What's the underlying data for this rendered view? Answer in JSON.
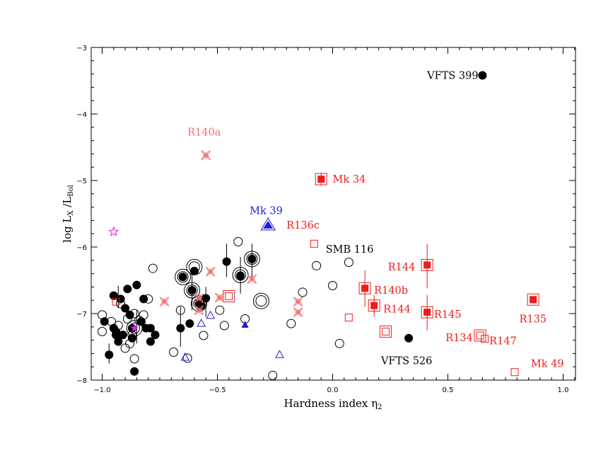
{
  "colors": {
    "black": "#000000",
    "red": "#ee1c1c",
    "pink": "#f07070",
    "blue": "#1c1ce0",
    "magenta": "#e020e0"
  },
  "chart_data": {
    "type": "scatter",
    "title": "",
    "xlabel": "Hardness index η2",
    "ylabel": "log LX /LBol",
    "xlim": [
      -1.05,
      1.05
    ],
    "ylim": [
      -8,
      -3
    ],
    "x_ticks": [
      -1.0,
      -0.5,
      0.0,
      0.5,
      1.0
    ],
    "x_tick_labels": [
      "−1.0",
      "−0.5",
      "0.0",
      "0.5",
      "1.0"
    ],
    "y_ticks": [
      -8,
      -7,
      -6,
      -5,
      -4,
      -3
    ],
    "y_tick_labels": [
      "−8",
      "−7",
      "−6",
      "−5",
      "−4",
      "−3"
    ],
    "grid": false,
    "series": [
      {
        "marker": "filled-circle",
        "color": "#000000",
        "points": [
          [
            -0.99,
            -7.12
          ],
          [
            -0.97,
            -7.62
          ],
          [
            -0.95,
            -6.73
          ],
          [
            -0.95,
            -7.22
          ],
          [
            -0.94,
            -7.27
          ],
          [
            -0.94,
            -7.32
          ],
          [
            -0.93,
            -7.42
          ],
          [
            -0.92,
            -6.78
          ],
          [
            -0.91,
            -7.32
          ],
          [
            -0.9,
            -6.92
          ],
          [
            -0.89,
            -6.63
          ],
          [
            -0.88,
            -7.02
          ],
          [
            -0.87,
            -7.37
          ],
          [
            -0.87,
            -7.22
          ],
          [
            -0.86,
            -7.87
          ],
          [
            -0.85,
            -6.57
          ],
          [
            -0.83,
            -7.12
          ],
          [
            -0.82,
            -6.78
          ],
          [
            -0.81,
            -7.22
          ],
          [
            -0.79,
            -7.42
          ],
          [
            -0.79,
            -7.22
          ],
          [
            -0.77,
            -7.32
          ],
          [
            -0.66,
            -7.22
          ],
          [
            -0.65,
            -6.45
          ],
          [
            -0.62,
            -7.15
          ],
          [
            -0.61,
            -6.65
          ],
          [
            -0.6,
            -6.36
          ],
          [
            -0.58,
            -6.85
          ],
          [
            -0.57,
            -6.88
          ],
          [
            -0.55,
            -6.77
          ],
          [
            -0.46,
            -6.22
          ],
          [
            -0.4,
            -6.43
          ],
          [
            -0.35,
            -6.18
          ],
          [
            0.33,
            -7.37
          ],
          [
            0.65,
            -3.42
          ]
        ]
      },
      {
        "marker": "open-circle",
        "color": "#000000",
        "points": [
          [
            -1.0,
            -7.02
          ],
          [
            -1.0,
            -7.27
          ],
          [
            -0.96,
            -7.12
          ],
          [
            -0.93,
            -7.18
          ],
          [
            -0.92,
            -6.85
          ],
          [
            -0.9,
            -7.52
          ],
          [
            -0.89,
            -7.08
          ],
          [
            -0.88,
            -7.45
          ],
          [
            -0.87,
            -7.32
          ],
          [
            -0.86,
            -7.68
          ],
          [
            -0.86,
            -7.0
          ],
          [
            -0.84,
            -7.1
          ],
          [
            -0.82,
            -7.02
          ],
          [
            -0.78,
            -6.32
          ],
          [
            -0.8,
            -6.78
          ],
          [
            -0.69,
            -7.58
          ],
          [
            -0.66,
            -6.95
          ],
          [
            -0.63,
            -7.67
          ],
          [
            -0.56,
            -7.33
          ],
          [
            -0.49,
            -6.95
          ],
          [
            -0.47,
            -7.18
          ],
          [
            -0.41,
            -5.92
          ],
          [
            -0.38,
            -7.08
          ],
          [
            -0.26,
            -7.93
          ],
          [
            -0.18,
            -7.15
          ],
          [
            -0.13,
            -6.68
          ],
          [
            -0.07,
            -6.28
          ],
          [
            0.0,
            -6.58
          ],
          [
            0.03,
            -7.45
          ],
          [
            0.07,
            -6.23
          ]
        ]
      },
      {
        "marker": "double-circle",
        "color": "#000000",
        "points": [
          [
            -0.65,
            -6.45
          ],
          [
            -0.61,
            -6.65
          ],
          [
            -0.6,
            -6.3
          ],
          [
            -0.58,
            -6.85
          ],
          [
            -0.4,
            -6.42
          ],
          [
            -0.35,
            -6.18
          ],
          [
            -0.31,
            -6.81
          ],
          [
            -0.86,
            -7.22
          ]
        ]
      },
      {
        "marker": "filled-square-in-open-square",
        "color": "#ee1c1c",
        "points": [
          [
            -0.05,
            -4.98
          ],
          [
            0.14,
            -6.62
          ],
          [
            0.18,
            -6.88
          ],
          [
            0.41,
            -6.27
          ],
          [
            0.41,
            -6.98
          ],
          [
            0.87,
            -6.79
          ]
        ]
      },
      {
        "marker": "open-square-double",
        "color": "#ee1c1c",
        "points": [
          [
            -0.45,
            -6.74
          ],
          [
            0.23,
            -7.27
          ],
          [
            0.64,
            -7.33
          ]
        ]
      },
      {
        "marker": "open-square",
        "color": "#ee1c1c",
        "points": [
          [
            -0.08,
            -5.95
          ],
          [
            0.07,
            -7.06
          ],
          [
            0.66,
            -7.38
          ],
          [
            0.79,
            -7.88
          ],
          [
            -0.94,
            -6.82
          ]
        ]
      },
      {
        "marker": "star4",
        "color": "#f07070",
        "points": [
          [
            -0.55,
            -4.62
          ],
          [
            -0.73,
            -6.82
          ],
          [
            -0.58,
            -6.77
          ],
          [
            -0.58,
            -6.95
          ],
          [
            -0.53,
            -6.37
          ],
          [
            -0.49,
            -6.76
          ],
          [
            -0.35,
            -6.48
          ],
          [
            -0.15,
            -6.82
          ],
          [
            -0.15,
            -6.98
          ]
        ]
      },
      {
        "marker": "filled-triangle",
        "color": "#1c1ce0",
        "points": [
          [
            -0.28,
            -5.68
          ],
          [
            -0.38,
            -7.17
          ]
        ]
      },
      {
        "marker": "open-triangle",
        "color": "#1c1ce0",
        "points": [
          [
            -0.57,
            -7.15
          ],
          [
            -0.53,
            -7.03
          ],
          [
            -0.64,
            -7.66
          ],
          [
            -0.23,
            -7.62
          ]
        ]
      },
      {
        "marker": "open-star",
        "color": "#e020e0",
        "points": [
          [
            -0.95,
            -5.77
          ]
        ]
      },
      {
        "marker": "filled-star",
        "color": "#e020e0",
        "points": [
          [
            -0.86,
            -7.22
          ]
        ]
      }
    ],
    "error_bars": [
      [
        -0.97,
        -7.75,
        -7.45
      ],
      [
        -0.93,
        -6.92,
        -6.58
      ],
      [
        -0.85,
        -7.45,
        -6.95
      ],
      [
        -0.66,
        -7.5,
        -6.9
      ],
      [
        -0.61,
        -6.95,
        -6.35
      ],
      [
        -0.55,
        -7.05,
        -6.6
      ],
      [
        -0.46,
        -6.45,
        -5.95
      ],
      [
        -0.4,
        -6.7,
        -6.15
      ],
      [
        -0.35,
        -6.45,
        -5.95
      ],
      [
        -0.05,
        -5.08,
        -4.88
      ],
      [
        0.14,
        -6.9,
        -6.35
      ],
      [
        0.18,
        -7.05,
        -6.72
      ],
      [
        0.41,
        -6.62,
        -5.95
      ],
      [
        0.41,
        -7.25,
        -6.72
      ]
    ],
    "annotations": [
      {
        "text": "VFTS 399",
        "x": 0.41,
        "y": -3.42,
        "color": "#000000"
      },
      {
        "text": "R140a",
        "x": -0.63,
        "y": -4.27,
        "color": "#f07070"
      },
      {
        "text": "Mk 34",
        "x": 0.0,
        "y": -4.98,
        "color": "#ee1c1c"
      },
      {
        "text": "Mk 39",
        "x": -0.36,
        "y": -5.45,
        "color": "#1c1ce0"
      },
      {
        "text": "R136c",
        "x": -0.2,
        "y": -5.67,
        "color": "#ee1c1c"
      },
      {
        "text": "SMB 116",
        "x": -0.03,
        "y": -6.03,
        "color": "#000000"
      },
      {
        "text": "R144",
        "x": 0.24,
        "y": -6.3,
        "color": "#ee1c1c"
      },
      {
        "text": "R140b",
        "x": 0.18,
        "y": -6.65,
        "color": "#ee1c1c"
      },
      {
        "text": "R144",
        "x": 0.22,
        "y": -6.93,
        "color": "#ee1c1c"
      },
      {
        "text": "R145",
        "x": 0.44,
        "y": -7.01,
        "color": "#ee1c1c"
      },
      {
        "text": "R135",
        "x": 0.81,
        "y": -7.08,
        "color": "#ee1c1c"
      },
      {
        "text": "R134",
        "x": 0.49,
        "y": -7.36,
        "color": "#ee1c1c"
      },
      {
        "text": "R147",
        "x": 0.68,
        "y": -7.41,
        "color": "#ee1c1c"
      },
      {
        "text": "VFTS 526",
        "x": 0.21,
        "y": -7.71,
        "color": "#000000"
      },
      {
        "text": "Mk 49",
        "x": 0.86,
        "y": -7.75,
        "color": "#ee1c1c"
      }
    ]
  }
}
